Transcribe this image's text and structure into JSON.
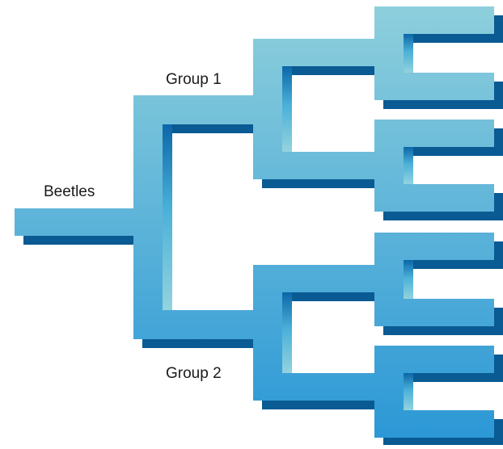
{
  "diagram": {
    "root_label": "Beetles",
    "group1_label": "Group 1",
    "group2_label": "Group 2"
  },
  "colors": {
    "face_top": "#8fd0dc",
    "face_bottom": "#2a97d6",
    "edge_dark": "#0a5a93",
    "edge_mid": "#1675b5",
    "inner_light": "#93d3de"
  }
}
